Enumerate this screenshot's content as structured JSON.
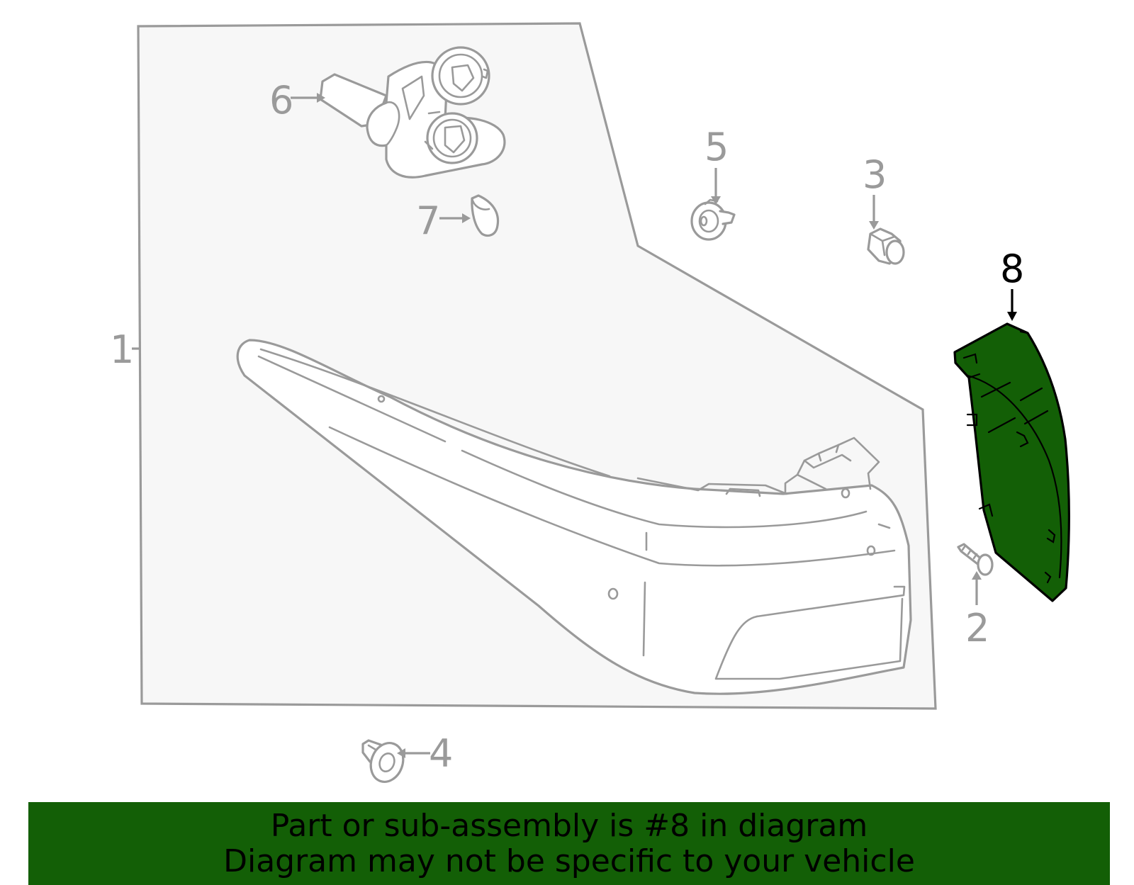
{
  "callouts": {
    "c1": "1",
    "c2": "2",
    "c3": "3",
    "c4": "4",
    "c5": "5",
    "c6": "6",
    "c7": "7",
    "c8": "8"
  },
  "highlight_color": "#135f06",
  "banner": {
    "line1": "Part or sub-assembly is #8 in diagram",
    "line2": "Diagram may not be specific to your vehicle"
  }
}
